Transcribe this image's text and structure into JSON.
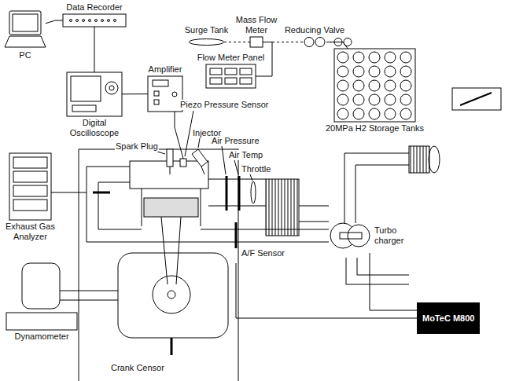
{
  "diagram": {
    "nodes": [
      {
        "text": [
          "PC"
        ]
      },
      {
        "text": [
          "Data Recorder"
        ]
      },
      {
        "text": [
          "Mass Flow Meter"
        ]
      },
      {
        "text": [
          "Reducing Valve"
        ]
      },
      {
        "text": [
          "Surge Tank"
        ]
      },
      {
        "text": [
          "Flow Meter Panel"
        ]
      },
      {
        "text": [
          "20MPa H2 Storage Tanks"
        ]
      },
      {
        "text": [
          "Amplifier"
        ]
      },
      {
        "text": [
          "Digital Oscilloscope"
        ]
      },
      {
        "text": [
          "Turbo charger"
        ]
      },
      {
        "text": [
          "Exhaust Gas Analyzer"
        ]
      },
      {
        "text": [
          "MoTeC M800"
        ]
      },
      {
        "text": [
          "Dynamometer"
        ]
      }
    ],
    "edges": [
      {
        "from": 0,
        "to": 1,
        "arrow": "none"
      },
      {
        "from": 1,
        "to": 8,
        "arrow": "none"
      },
      {
        "from": 2,
        "to": 4,
        "arrow": "none"
      },
      {
        "from": 2,
        "to": 3,
        "arrow": "none"
      },
      {
        "from": 2,
        "to": 5,
        "arrow": "none"
      },
      {
        "from": 3,
        "to": 6,
        "arrow": "none"
      },
      {
        "from": 7,
        "to": 8,
        "arrow": "none"
      }
    ],
    "labels": [
      "Piezo Pressure Sensor",
      "Spark Plug",
      "Injector",
      "Air Pressure",
      "Air Temp",
      "Throttle",
      "A/F Sensor",
      "Crank Censor"
    ]
  }
}
